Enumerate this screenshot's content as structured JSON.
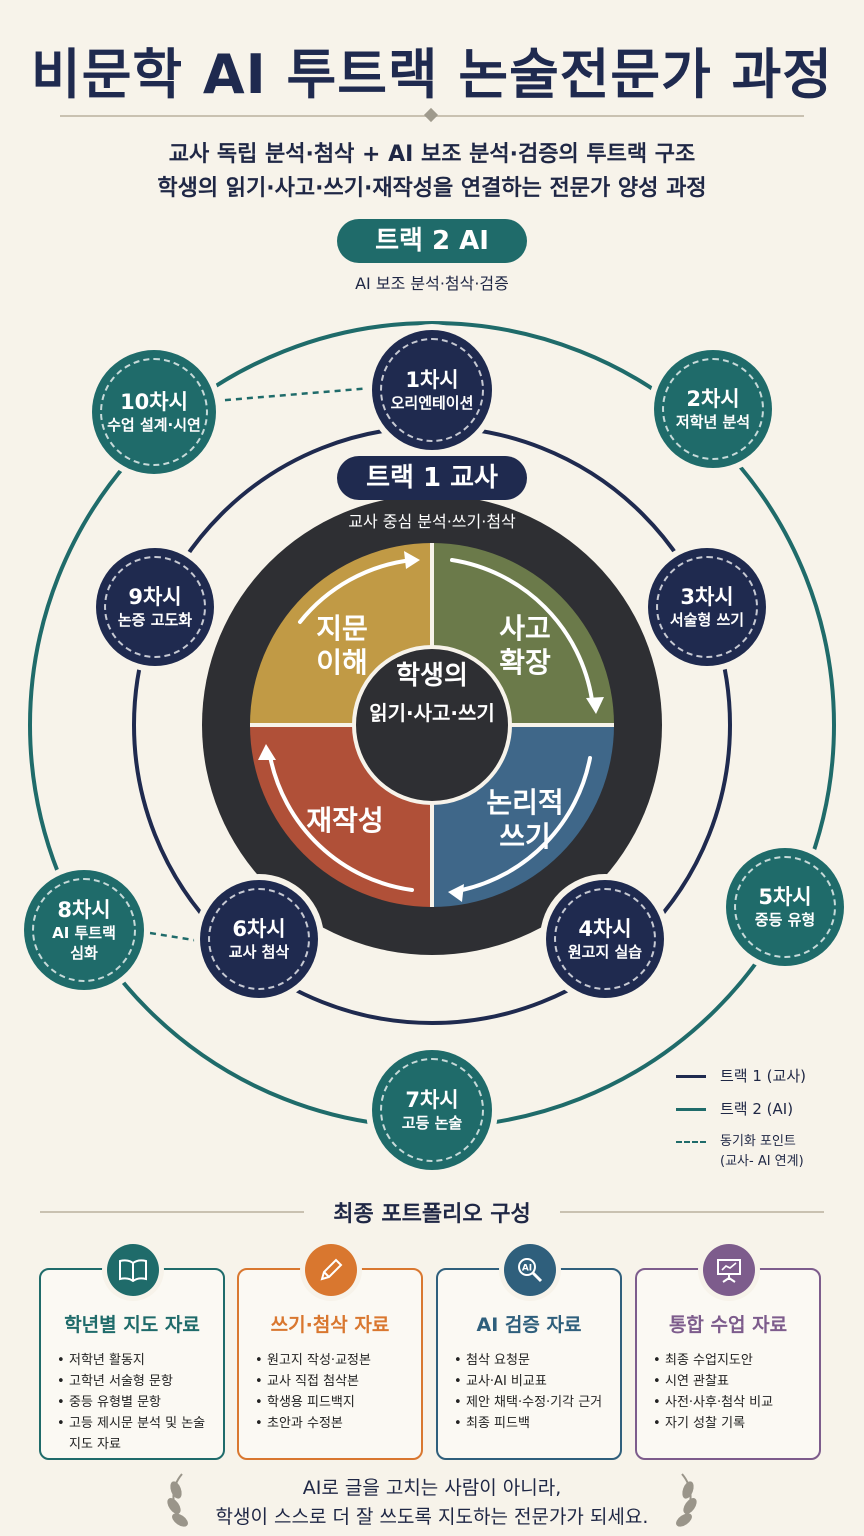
{
  "title": "비문학 AI 투트랙 논술전문가 과정",
  "subtitle": {
    "line1": "교사 독립 분석·첨삭 + AI 보조 분석·검증의 투트랙 구조",
    "line2": "학생의 읽기·사고·쓰기·재작성을 연결하는 전문가 양성 과정"
  },
  "track2": {
    "label": "트랙 2   AI",
    "caption": "AI 보조 분석·첨삭·검증"
  },
  "track1": {
    "label": "트랙 1   교사",
    "caption": "교사 중심 분석·쓰기·첨삭"
  },
  "nodes": {
    "n1": {
      "title": "1차시",
      "sub": "오리엔테이션"
    },
    "n2": {
      "title": "2차시",
      "sub": "저학년 분석"
    },
    "n3": {
      "title": "3차시",
      "sub": "서술형 쓰기"
    },
    "n4": {
      "title": "4차시",
      "sub": "원고지 실습"
    },
    "n5": {
      "title": "5차시",
      "sub": "중등 유형"
    },
    "n6": {
      "title": "6차시",
      "sub": "교사 첨삭"
    },
    "n7": {
      "title": "7차시",
      "sub": "고등 논술"
    },
    "n8": {
      "title": "8차시",
      "sub": "AI 투트랙\n심화"
    },
    "n9": {
      "title": "9차시",
      "sub": "논증 고도화"
    },
    "n10": {
      "title": "10차시",
      "sub": "수업 설계·시연"
    }
  },
  "cycle": {
    "q1": "지문\n이해",
    "q2": "사고\n확장",
    "q3": "논리적\n쓰기",
    "q4": "재작성",
    "center_line1": "학생의",
    "center_line2": "읽기·사고·쓰기"
  },
  "legend": {
    "track1": "트랙 1 (교사)",
    "track2": "트랙 2 (AI)",
    "sync": "동기화 포인트\n(교사- AI 연계)"
  },
  "portfolio": {
    "title": "최종 포트폴리오 구성",
    "cards": [
      {
        "title": "학년별 지도 자료",
        "icon": "book-icon",
        "items": [
          "저학년 활동지",
          "고학년 서술형 문항",
          "중등 유형별 문항",
          "고등 제시문 분석 및 논술 지도 자료"
        ]
      },
      {
        "title": "쓰기·첨삭 자료",
        "icon": "pencil-icon",
        "items": [
          "원고지 작성·교정본",
          "교사 직접 첨삭본",
          "학생용 피드백지",
          "초안과 수정본"
        ]
      },
      {
        "title": "AI 검증 자료",
        "icon": "ai-search-icon",
        "items": [
          "첨삭 요청문",
          "교사·AI 비교표",
          "제안 채택·수정·기각 근거",
          "최종 피드백"
        ]
      },
      {
        "title": "통합 수업 자료",
        "icon": "presentation-icon",
        "items": [
          "최종 수업지도안",
          "시연 관찰표",
          "사전·사후·첨삭 비교",
          "자기 성찰 기록"
        ]
      }
    ]
  },
  "footer": {
    "line1": "AI로 글을 고치는 사람이 아니라,",
    "line2": "학생이 스스로 더 잘 쓰도록 지도하는 전문가가 되세요."
  },
  "colors": {
    "navy": "#1f2a4f",
    "teal": "#1f6b6a",
    "gold": "#c19a45",
    "olive": "#6b7a4a",
    "steel": "#3f6789",
    "rust": "#b05038",
    "orange": "#d9772f",
    "purple": "#7d5c8c",
    "card_teal": "#1f6b6a",
    "card_steel": "#2f5f7c"
  }
}
